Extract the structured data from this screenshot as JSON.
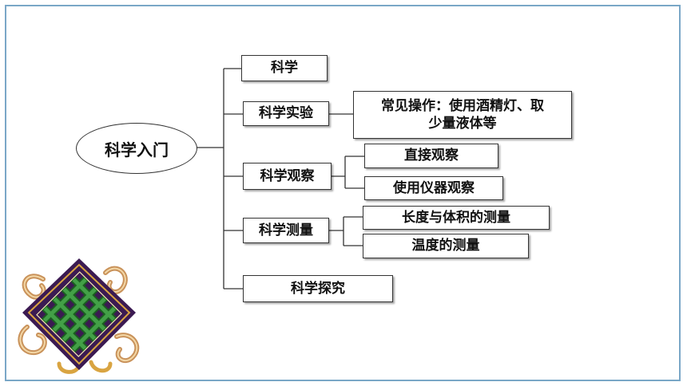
{
  "root": {
    "label": "科学入门"
  },
  "branches": [
    {
      "label": "科学"
    },
    {
      "label": "科学实验",
      "children": [
        {
          "label": "常见操作：使用酒精灯、取少量液体等"
        }
      ]
    },
    {
      "label": "科学观察",
      "children": [
        {
          "label": "直接观察"
        },
        {
          "label": "使用仪器观察"
        }
      ]
    },
    {
      "label": "科学测量",
      "children": [
        {
          "label": "长度与体积的测量"
        },
        {
          "label": "温度的测量"
        }
      ]
    },
    {
      "label": "科学探究"
    }
  ],
  "colors": {
    "frame": "#7aa7c7",
    "knot_green": "#2e7d32",
    "knot_purple": "#3b1a52",
    "knot_gold": "#d9a441"
  },
  "decoration": {
    "icon": "endless-knot-icon"
  }
}
